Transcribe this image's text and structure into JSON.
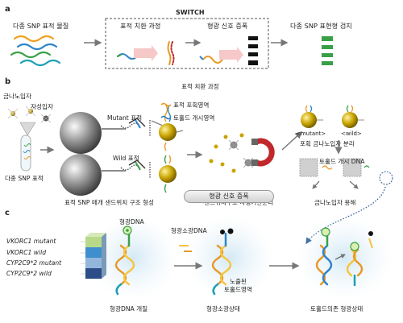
{
  "panel_a": {
    "letter": "a",
    "switch_label": "SWITCH",
    "step1": "다종 SNP 표적 물질",
    "step2": "표적 치환 과정",
    "step3": "형광 신호 증폭",
    "step4": "다종 SNP 표현형 검지"
  },
  "panel_b": {
    "letter": "b",
    "gold_np": "금나노입자",
    "magnetic_particle": "자성입자",
    "multi_target": "다종 SNP 표적",
    "mutant_target": "Mutant 표적",
    "wild_target": "Wild 표적",
    "sandwich_formation": "표적 SNP 매개 샌드위치 구조 형성",
    "displacement_title": "표적 치환 과정",
    "capture_region": "표적 포획영역",
    "toehold_region": "토홀드 개시영역",
    "magnetic_separation": "샌드위치구조 자성기반분리",
    "mutant_tag": "<mutant>",
    "wild_tag": "<wild>",
    "capture_gold_separation": "포획 금나노입자 분리",
    "toehold_dna": "토홀드 개시 DNA",
    "gold_dissolution": "금나노입자 용해"
  },
  "panel_c": {
    "letter": "c",
    "amplification_title": "형광 신호 증폭",
    "legend": [
      "VKORC1 mutant",
      "VKORC1 wild",
      "CYP2C9*2 mutant",
      "CYP2C9*2 wild"
    ],
    "fluorescent_dna": "형광DNA",
    "quencher_dna": "형광소광DNA",
    "exposed_toehold": "노출된",
    "toehold_region": "토홀드영역",
    "opening_state": "형광DNA 개질",
    "quenched_state": "형광소광상태",
    "toehold_fluorescent_state": "토홀드의존 형광상태"
  },
  "colors": {
    "gold": "#c9a400",
    "gray_sphere": "#8c8c8c",
    "magnet_red": "#c0282c",
    "dna_orange": "#e89a28",
    "dna_blue": "#2f83c9",
    "dna_green": "#3aa048",
    "arrow_pink": "#f3b8b8"
  }
}
